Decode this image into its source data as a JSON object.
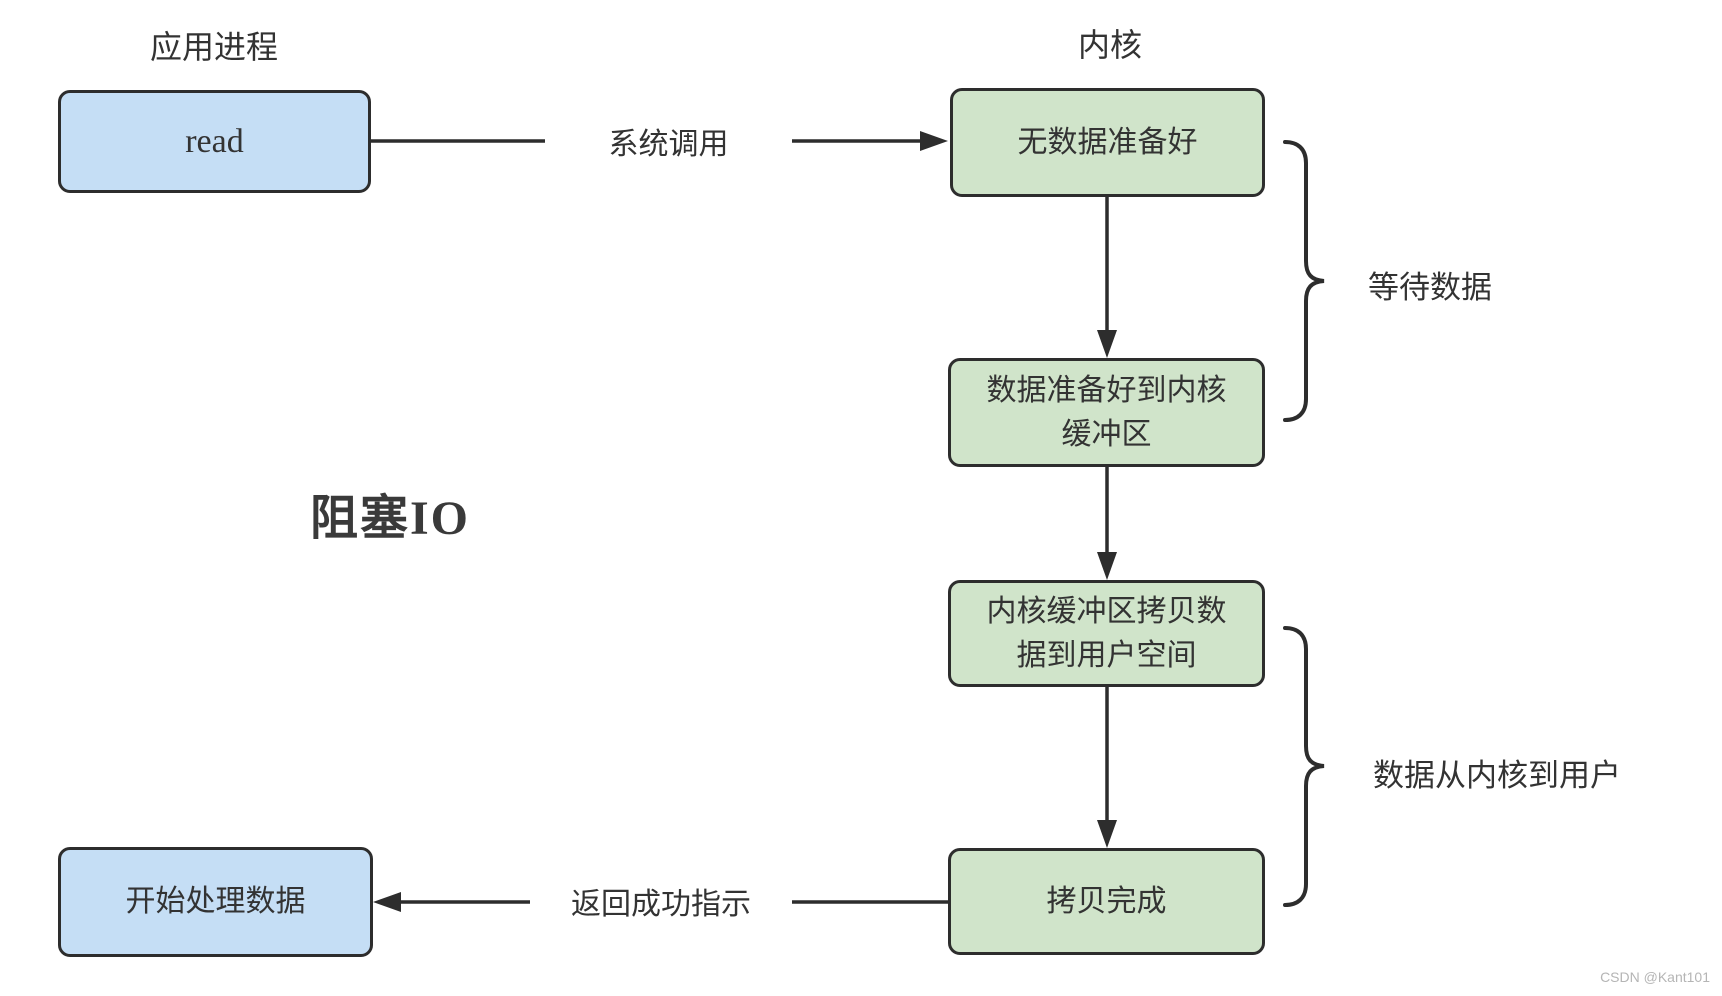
{
  "diagram": {
    "title": "阻塞IO",
    "watermark": "CSDN @Kant101",
    "headers": {
      "app_process": "应用进程",
      "kernel": "内核"
    },
    "nodes": {
      "read": {
        "label": "read"
      },
      "no_data": {
        "label": "无数据准备好"
      },
      "data_ready": {
        "line1": "数据准备好到内核",
        "line2": "缓冲区"
      },
      "copy_to_user": {
        "line1": "内核缓冲区拷贝数",
        "line2": "据到用户空间"
      },
      "copy_done": {
        "label": "拷贝完成"
      },
      "process_data": {
        "label": "开始处理数据"
      }
    },
    "edges": {
      "syscall": "系统调用",
      "return_success": "返回成功指示"
    },
    "braces": {
      "wait_data": "等待数据",
      "kernel_to_user": "数据从内核到用户"
    },
    "colors": {
      "app_box_fill": "#c5def5",
      "kernel_box_fill": "#d0e4ca",
      "stroke": "#2d2d2d"
    }
  }
}
